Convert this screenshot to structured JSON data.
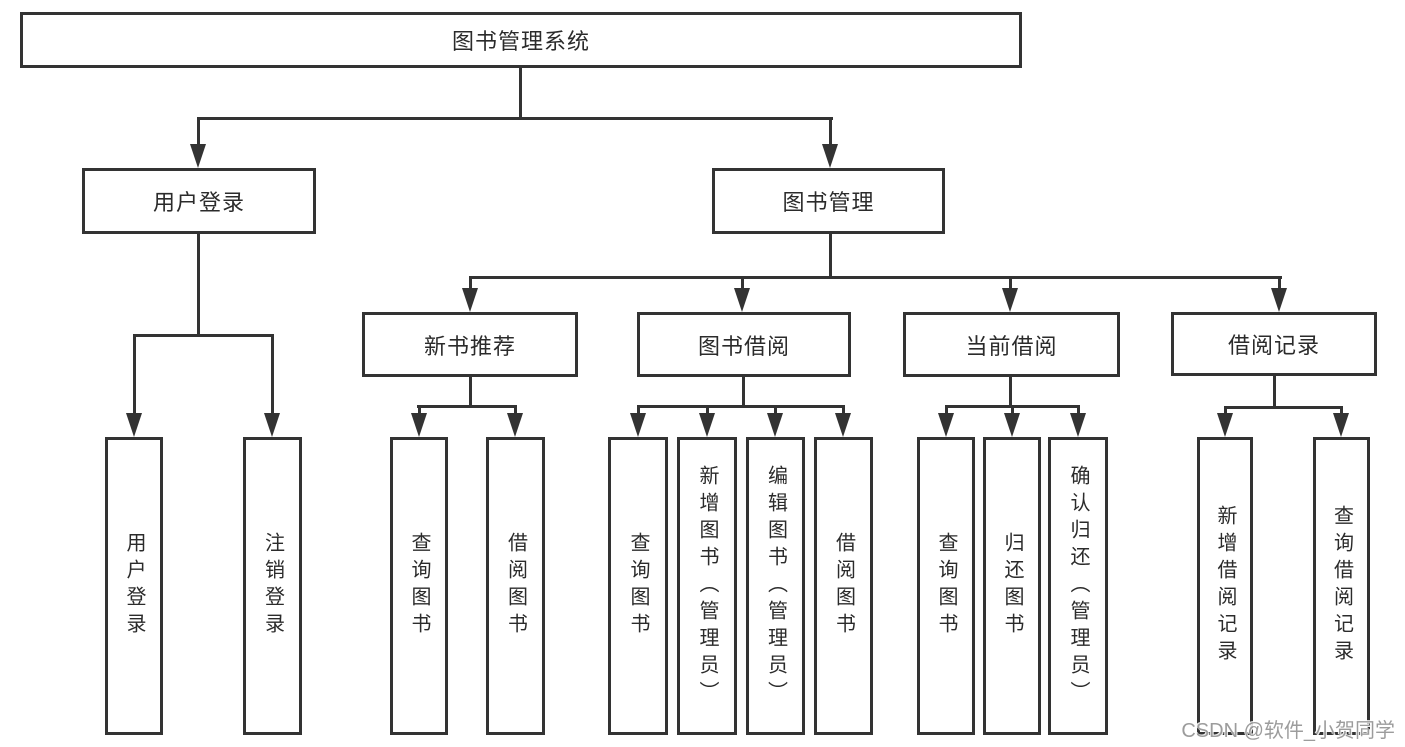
{
  "tree": {
    "label": "图书管理系统",
    "children": [
      {
        "label": "用户登录",
        "children": [
          {
            "label": "用户登录"
          },
          {
            "label": "注销登录"
          }
        ]
      },
      {
        "label": "图书管理",
        "children": [
          {
            "label": "新书推荐",
            "children": [
              {
                "label": "查询图书"
              },
              {
                "label": "借阅图书"
              }
            ]
          },
          {
            "label": "图书借阅",
            "children": [
              {
                "label": "查询图书"
              },
              {
                "label": "新增图书（管理员）"
              },
              {
                "label": "编辑图书（管理员）"
              },
              {
                "label": "借阅图书"
              }
            ]
          },
          {
            "label": "当前借阅",
            "children": [
              {
                "label": "查询图书"
              },
              {
                "label": "归还图书"
              },
              {
                "label": "确认归还（管理员）"
              }
            ]
          },
          {
            "label": "借阅记录",
            "children": [
              {
                "label": "新增借阅记录"
              },
              {
                "label": "查询借阅记录"
              }
            ]
          }
        ]
      }
    ]
  },
  "watermark": {
    "text": "CSDN @软件_小贺同学"
  },
  "colors": {
    "line": "#333333",
    "text": "#2b2b2b",
    "background": "#ffffff",
    "watermark": "#9c9c9c"
  }
}
